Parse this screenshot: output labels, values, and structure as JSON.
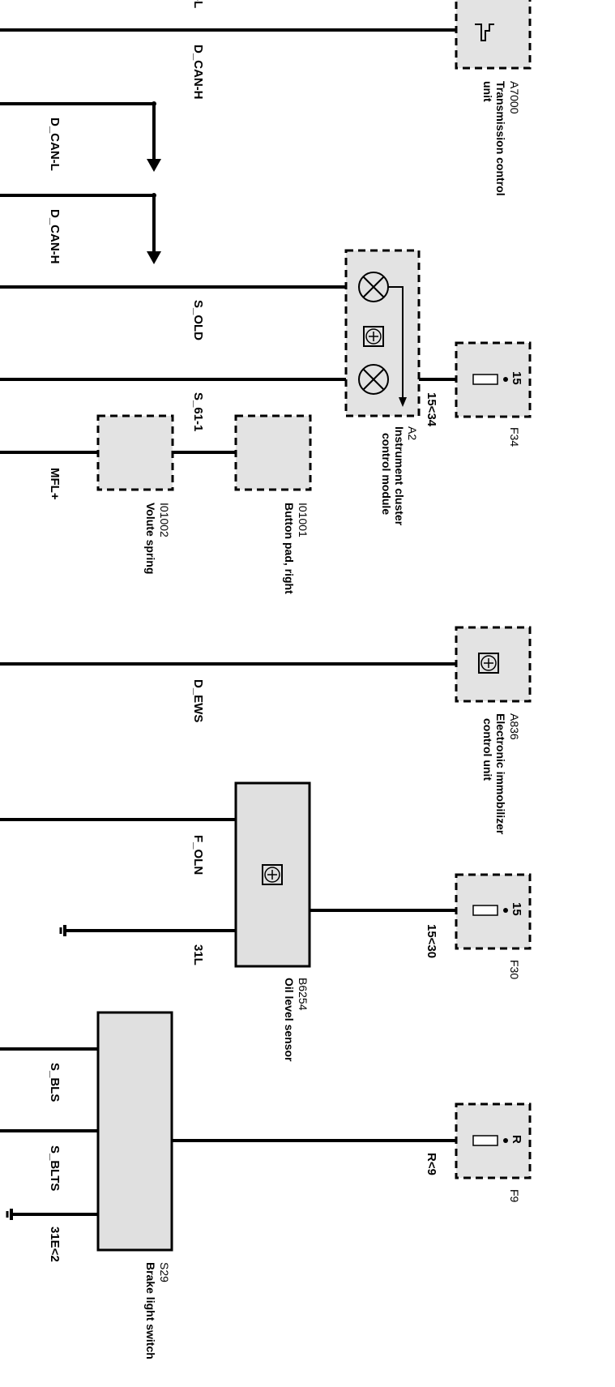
{
  "wires": {
    "d_can_h_top": "D_CAN-H",
    "d_can_l": "D_CAN-L",
    "d_can_h_mid": "D_CAN-H",
    "s_old": "S_OLD",
    "s_61_1": "S_61-1",
    "mfl_plus": "MFL+",
    "d_ews": "D_EWS",
    "f_oln": "F_OLN",
    "w_31l": "31L",
    "s_bls": "S_BLS",
    "s_blts": "S_BLTS",
    "w_31e2": "31E<2",
    "w_15_34": "15<34",
    "w_15_30": "15<30",
    "w_r_9": "R<9",
    "top_cut": "-L"
  },
  "components": {
    "a7000": {
      "id": "A7000",
      "name_line1": "Transmission control",
      "name_line2": "unit"
    },
    "a2": {
      "id": "A2",
      "name_line1": "Instrument cluster",
      "name_line2": "control module"
    },
    "f34": {
      "id": "F34",
      "pin": "15"
    },
    "i01002": {
      "id": "I01002",
      "name": "Volute spring"
    },
    "i01001": {
      "id": "I01001",
      "name": "Button pad, right"
    },
    "a836": {
      "id": "A836",
      "name_line1": "Electronic immobilizer",
      "name_line2": "control unit"
    },
    "f30": {
      "id": "F30",
      "pin": "15"
    },
    "b6254": {
      "id": "B6254",
      "name": "Oil level sensor"
    },
    "f9": {
      "id": "F9",
      "pin": "R"
    },
    "s29": {
      "id": "S29",
      "name": "Brake light switch"
    }
  },
  "icons": [
    "lamp-icon",
    "transistor-icon",
    "fuse-icon",
    "ground-icon",
    "arrow-icon",
    "can-bus-icon"
  ]
}
